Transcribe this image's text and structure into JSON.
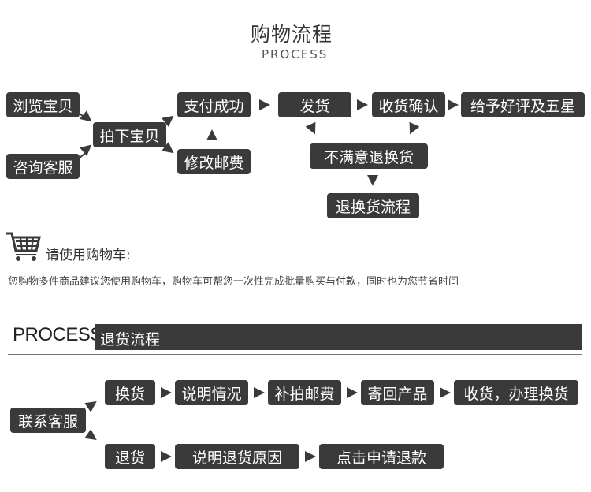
{
  "header": {
    "title": "购物流程",
    "subtitle": "PROCESS"
  },
  "purchase_flow": {
    "browse": "浏览宝贝",
    "consult": "咨询客服",
    "order": "拍下宝贝",
    "pay": "支付成功",
    "modify_postage": "修改邮费",
    "ship": "发货",
    "confirm": "收货确认",
    "review": "给予好评及五星",
    "unsatisfied": "不满意退换货",
    "return_process": "退换货流程"
  },
  "cart": {
    "title": "请使用购物车:",
    "desc": "您购物多件商品建议您使用购物车，购物车可帮您一次性完成批量购买与付款，同时也为您节省时间"
  },
  "return_section": {
    "label": "PROCESS",
    "title": "退货流程"
  },
  "return_flow": {
    "contact": "联系客服",
    "exchange": "换货",
    "explain": "说明情况",
    "repost": "补拍邮费",
    "send_back": "寄回产品",
    "receive_exchange": "收货，办理换货",
    "refund": "退货",
    "explain_reason": "说明退货原因",
    "apply_refund": "点击申请退款"
  }
}
